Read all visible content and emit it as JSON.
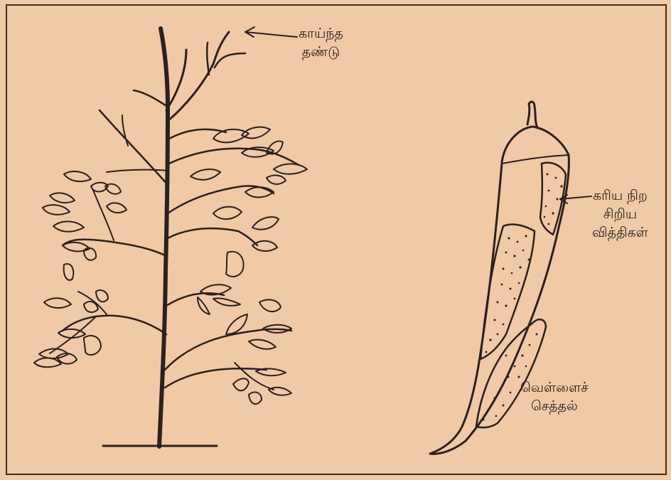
{
  "labels": {
    "dried_stem": [
      "காய்ந்த",
      "தண்டு"
    ],
    "black_spores": [
      "கரிய நிற",
      "சிறிய",
      "வித்திகள்"
    ],
    "white_rot": [
      "வெள்ளைச்",
      "செத்தல்"
    ]
  },
  "colors": {
    "background": "#f0c9a6",
    "ink": "#2b211d"
  }
}
